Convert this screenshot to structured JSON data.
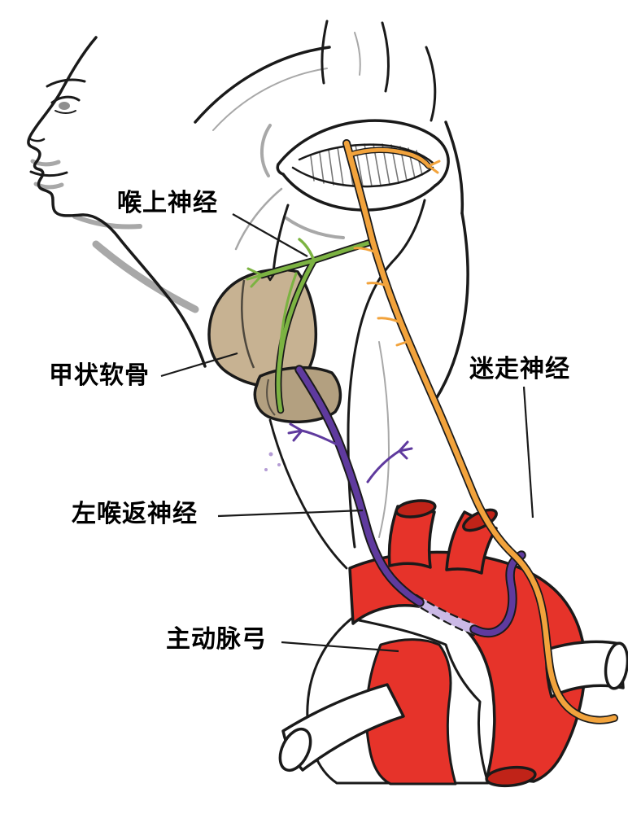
{
  "diagram": {
    "labels": {
      "superior_laryngeal_nerve": "喉上神经",
      "thyroid_cartilage": "甲状软骨",
      "vagus_nerve": "迷走神经",
      "left_recurrent_laryngeal_nerve": "左喉返神经",
      "aortic_arch": "主动脉弓"
    },
    "colors": {
      "outline": "#1a1a1a",
      "sketch_gray": "#a8a8a8",
      "vagus_nerve": "#F2A33C",
      "superior_laryngeal_nerve": "#7CB342",
      "recurrent_laryngeal_nerve": "#5F3A9E",
      "recurrent_branch_light": "#9C7BC8",
      "aorta_red": "#E6332A",
      "aorta_opening_red": "#C02318",
      "cartilage_tan": "#C7B292",
      "cartilage_lower_tan": "#B3A080",
      "nerve_behind_aorta_lavender": "#CBB9E6"
    }
  }
}
